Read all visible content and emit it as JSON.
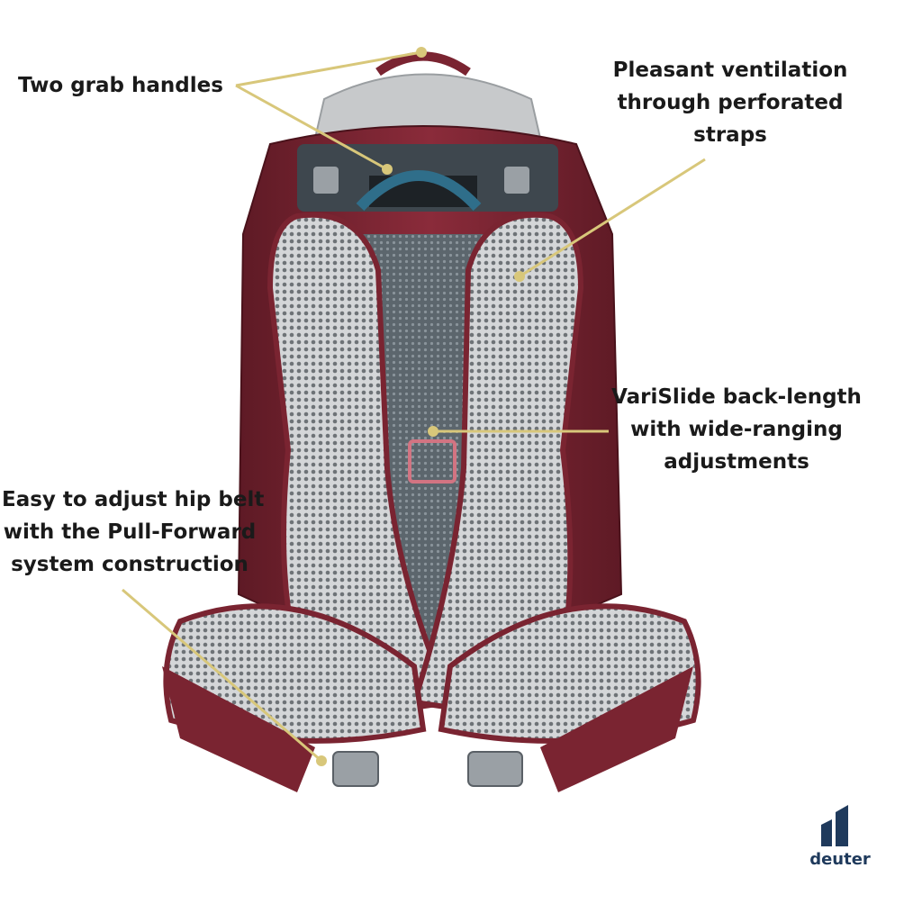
{
  "callouts": {
    "grab_handles": {
      "line1": "Two grab handles"
    },
    "ventilation": {
      "line1": "Pleasant ventilation",
      "line2": "through perforated",
      "line3": "straps"
    },
    "varislide": {
      "line1": "VariSlide back-length",
      "line2": "with wide-ranging",
      "line3": "adjustments"
    },
    "hip_belt": {
      "line1": "Easy to adjust hip belt",
      "line2": "with the Pull-Forward",
      "line3": "system construction"
    }
  },
  "brand": {
    "name": "deuter",
    "color": "#1f3a5c"
  },
  "colors": {
    "accent_line": "#d8c77a",
    "pack_maroon": "#7a2431",
    "mesh_grey": "#c9cbcd",
    "back_slate": "#4d5a63"
  }
}
